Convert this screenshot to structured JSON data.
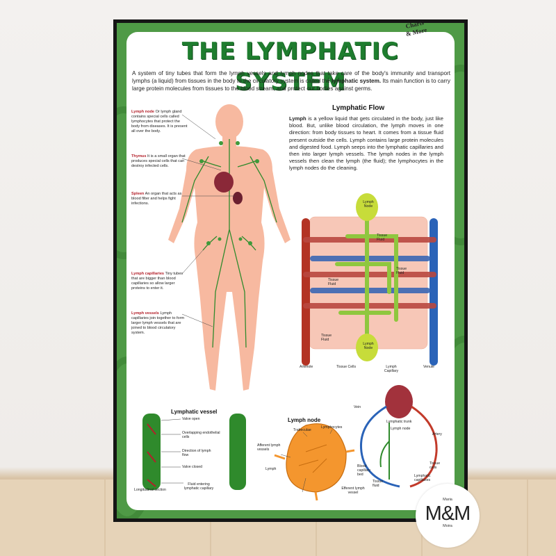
{
  "poster": {
    "title": "THE LYMPHATIC SYSTEM",
    "brand_logo": "Charts & More",
    "intro_part1": "A system of tiny tubes that form the lymph vessels and lymph nodes that take care of the body's immunity and transport lymphs (a liquid) from tissues in the body to the circulatory system is called the ",
    "intro_bold": "lymphatic system.",
    "intro_part2": " Its main function is to carry large protein molecules from tissues to the blood stream, and protect our bodies against germs."
  },
  "body_notes": [
    {
      "head": "Lymph node",
      "text": " Or lymph gland contains special cells called lymphocytes that protect the body from diseases. It is present all over the body."
    },
    {
      "head": "Thymus",
      "text": " It is a small organ that produces special cells that can destroy infected cells."
    },
    {
      "head": "Spleen",
      "text": " An organ that acts as a blood filter and helps fight infections."
    },
    {
      "head": "Lymph capillaries",
      "text": " Tiny tubes that are bigger than blood capillaries so allow larger proteins to enter it."
    },
    {
      "head": "Lymph vessels",
      "text": " Lymph capillaries join together to form larger lymph vessels that are joined to blood circulatory system."
    }
  ],
  "flow": {
    "heading": "Lymphatic Flow",
    "lead": "Lymph",
    "text": " is a yellow liquid that gets circulated in the body, just like blood. But, unlike blood circulation, the lymph moves in one direction: from body tissues to heart. It comes from a tissue fluid present outside the cells. Lymph contains large protein molecules and digested food. Lymph seeps into the lymphatic capillaries and then into larger lymph vessels. The lymph nodes in the lymph vessels then clean the lymph (the fluid); the lymphocytes in the lymph nodes do the cleaning.",
    "labels": {
      "lymph_node_top": "Lymph Node",
      "lymph_node_bottom": "Lymph Node",
      "tissue_fluid_1": "Tissue Fluid",
      "tissue_fluid_2": "Tissue Fluid",
      "tissue_fluid_3": "Tissue Fluid",
      "tissue_fluid_4": "Tissue Fluid",
      "arteriole": "Arteriole",
      "tissue_cells": "Tissue Cells",
      "lymph_capillary": "Lymph Capillary",
      "venule": "Venule"
    }
  },
  "vessel": {
    "heading": "Lymphatic vessel",
    "labels": [
      "Valve open",
      "Overlapping endothelial cells",
      "Direction of lymph flow",
      "Valve closed",
      "Fluid entering lymphatic capillary",
      "Longitudinal section"
    ]
  },
  "node": {
    "heading": "Lymph node",
    "labels": [
      "Trabeculae",
      "Lymphocytes",
      "Afferent lymph vessels",
      "Lymph",
      "Efferent lymph vessel"
    ]
  },
  "circulation": {
    "labels": [
      "Vein",
      "Lymphatic trunk",
      "Lymph node",
      "Artery",
      "Blood capillary bed",
      "Tissue cells",
      "Tissue fluid",
      "Lymphatic capillaries"
    ]
  },
  "badge": {
    "top": "Maria",
    "main": "M&M",
    "bottom": "Moira"
  },
  "colors": {
    "poster_green": "#4f9a46",
    "title_green": "#1f7d2f",
    "lymph_green": "#2f8a2c",
    "artery_red": "#c23a2a",
    "vein_blue": "#2a63b8",
    "node_yellow": "#c7dc3a"
  }
}
